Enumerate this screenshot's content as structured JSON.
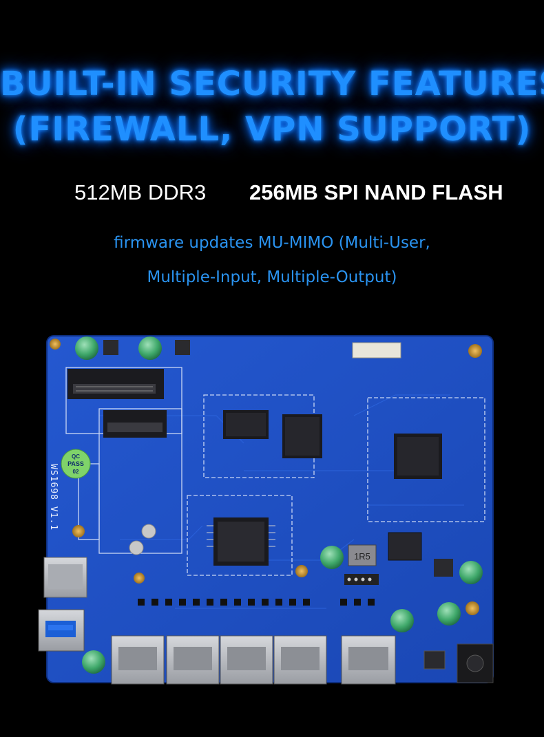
{
  "headline": {
    "line1": "BUILT-IN SECURITY FEATURES",
    "line2": "(FIREWALL, VPN SUPPORT)"
  },
  "specs": {
    "ram": "512MB DDR3",
    "flash": "256MB SPI NAND FLASH"
  },
  "subtitle": {
    "line1": "firmware updates MU-MIMO (Multi-User,",
    "line2": "Multiple-Input, Multiple-Output)"
  },
  "board": {
    "model_marking": "WS1698 V1.1",
    "qc_sticker": [
      "QC",
      "PASS",
      "02"
    ],
    "inductor_marking": "1R5",
    "colors": {
      "pcb": "#1f52c8",
      "pcb_dark": "#143a9a",
      "silkscreen": "#e8eefc",
      "chip": "#1a1a1e",
      "port_metal": "#b9bcc2",
      "capacitor": "#3fa86a"
    }
  }
}
